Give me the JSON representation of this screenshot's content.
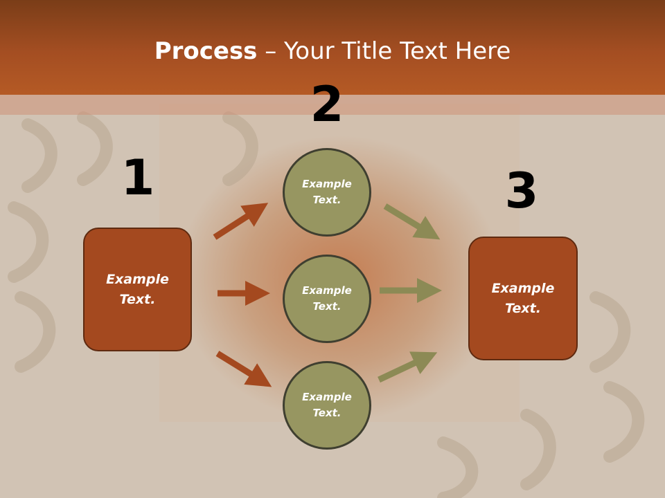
{
  "slide": {
    "title_bold": "Process",
    "title_rest": " – Your Title Text Here",
    "steps": {
      "one": "1",
      "two": "2",
      "three": "3"
    },
    "left_box": {
      "line1": "Example",
      "line2": "Text."
    },
    "right_box": {
      "line1": "Example",
      "line2": "Text."
    },
    "circles": [
      {
        "line1": "Example",
        "line2": "Text."
      },
      {
        "line1": "Example",
        "line2": "Text."
      },
      {
        "line1": "Example",
        "line2": "Text."
      }
    ],
    "colors": {
      "header": "#a44e22",
      "box_fill": "#a4491f",
      "circle_fill": "#979661",
      "arrow_brown": "#a4491f",
      "arrow_olive": "#8c8a55"
    }
  }
}
